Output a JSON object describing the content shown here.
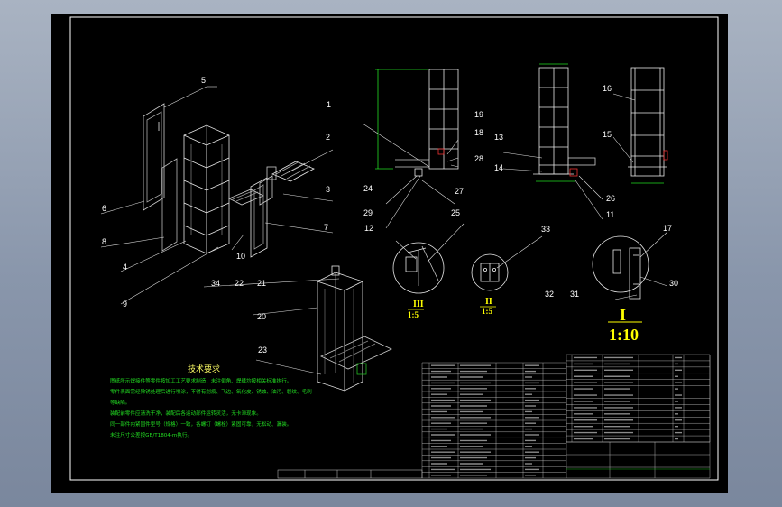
{
  "parts": {
    "p1": "1",
    "p2": "2",
    "p3": "3",
    "p4": "4",
    "p5": "5",
    "p6": "6",
    "p7": "7",
    "p8": "8",
    "p9": "9",
    "p10": "10",
    "p11": "11",
    "p12": "12",
    "p13": "13",
    "p14": "14",
    "p15": "15",
    "p16": "16",
    "p17": "17",
    "p18": "18",
    "p19": "19",
    "p20": "20",
    "p21": "21",
    "p22": "22",
    "p23": "23",
    "p24": "24",
    "p25": "25",
    "p26": "26",
    "p27": "27",
    "p28": "28",
    "p29": "29",
    "p30": "30",
    "p31": "31",
    "p32": "32",
    "p33": "33",
    "p34": "34"
  },
  "detail_views": {
    "view_iii": {
      "label": "III",
      "scale": "1:5"
    },
    "view_ii": {
      "label": "II",
      "scale": "1:5"
    },
    "view_i": {
      "label": "I",
      "scale": "1:10"
    }
  },
  "technical_requirements": {
    "title": "技术要求",
    "lines": [
      "图纸所示焊接件等零件按加工工艺要求制造，未注倒角、焊缝均按相关标准执行。",
      "零件表面需经除锈处理后进行喷涂，不得有划痕、飞边、氧化皮、锈蚀、油污、裂纹、毛刺",
      "等缺陷。",
      "装配前零件应清洗干净，装配后各运动部件运转灵活，无卡滞现象。",
      "同一部件内紧固件型号（规格）一致，各螺钉（螺栓）紧固可靠，无松动、漏装。",
      "未注尺寸公差按GB/T1804-m执行。"
    ]
  }
}
